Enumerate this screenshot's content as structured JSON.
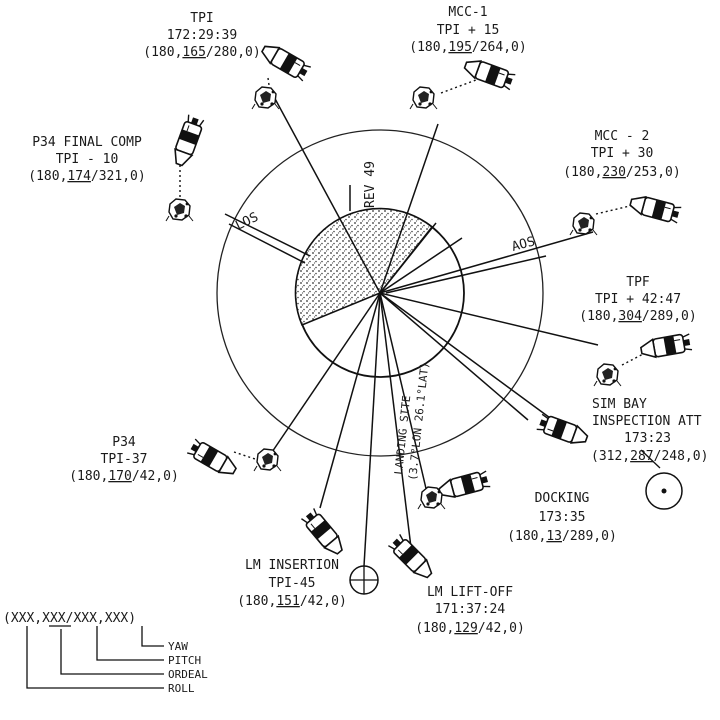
{
  "events": {
    "tpi": {
      "l1": "TPI",
      "l2": "172:29:39",
      "pre": "(180,",
      "under": "165",
      "post": "/280,0)"
    },
    "mcc1": {
      "l1": "MCC-1",
      "l2": "TPI + 15",
      "pre": "(180,",
      "under": "195",
      "post": "/264,0)"
    },
    "mcc2": {
      "l1": "MCC - 2",
      "l2": "TPI + 30",
      "pre": "(180,",
      "under": "230",
      "post": "/253,0)"
    },
    "p34final": {
      "l1": "P34 FINAL COMP",
      "l2": "TPI - 10",
      "pre": "(180,",
      "under": "174",
      "post": "/321,0)"
    },
    "tpf": {
      "l1": "TPF",
      "l2": "TPI + 42:47",
      "pre": "(180,",
      "under": "304",
      "post": "/289,0)"
    },
    "simbay": {
      "l1": "SIM BAY",
      "l2": "INSPECTION ATT",
      "l3": "173:23",
      "pre": "(312,",
      "under": "287",
      "post": "/248,0)"
    },
    "docking": {
      "l1": "DOCKING",
      "l2": "173:35",
      "pre": "(180,",
      "under": "13",
      "post": "/289,0)"
    },
    "p34": {
      "l1": "P34",
      "l2": "TPI-37",
      "pre": "(180,",
      "under": "170",
      "post": "/42,0)"
    },
    "lminsertion": {
      "l1": "LM INSERTION",
      "l2": "TPI-45",
      "pre": "(180,",
      "under": "151",
      "post": "/42,0)"
    },
    "lmliftoff": {
      "l1": "LM LIFT-OFF",
      "l2": "171:37:24",
      "pre": "(180,",
      "under": "129",
      "post": "/42,0)"
    }
  },
  "markers": {
    "rev": "REV 49",
    "los": "LOS",
    "aos": "AOS",
    "landing_site_1": "LANDING SITE",
    "landing_site_2": "(3.7°LON 26.1°LAT)"
  },
  "legend": {
    "format": "(XXX,XXX/XXX,XXX)",
    "yaw": "YAW",
    "pitch": "PITCH",
    "ordeal": "ORDEAL",
    "roll": "ROLL"
  }
}
